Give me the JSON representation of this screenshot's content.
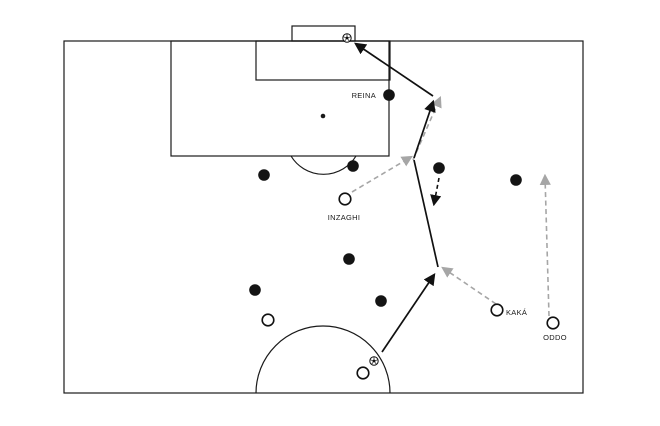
{
  "colors": {
    "background": "#ffffff",
    "lines": "#1a1a1a",
    "team_dark": "#141414",
    "team_light_fill": "#ffffff",
    "run_arrow": "#a6a6a6",
    "pass_arrow": "#111111"
  },
  "labels": {
    "reina": "REINA",
    "inzaghi": "INZAGHI",
    "kaka": "KAKÁ",
    "oddo": "ODDO"
  }
}
